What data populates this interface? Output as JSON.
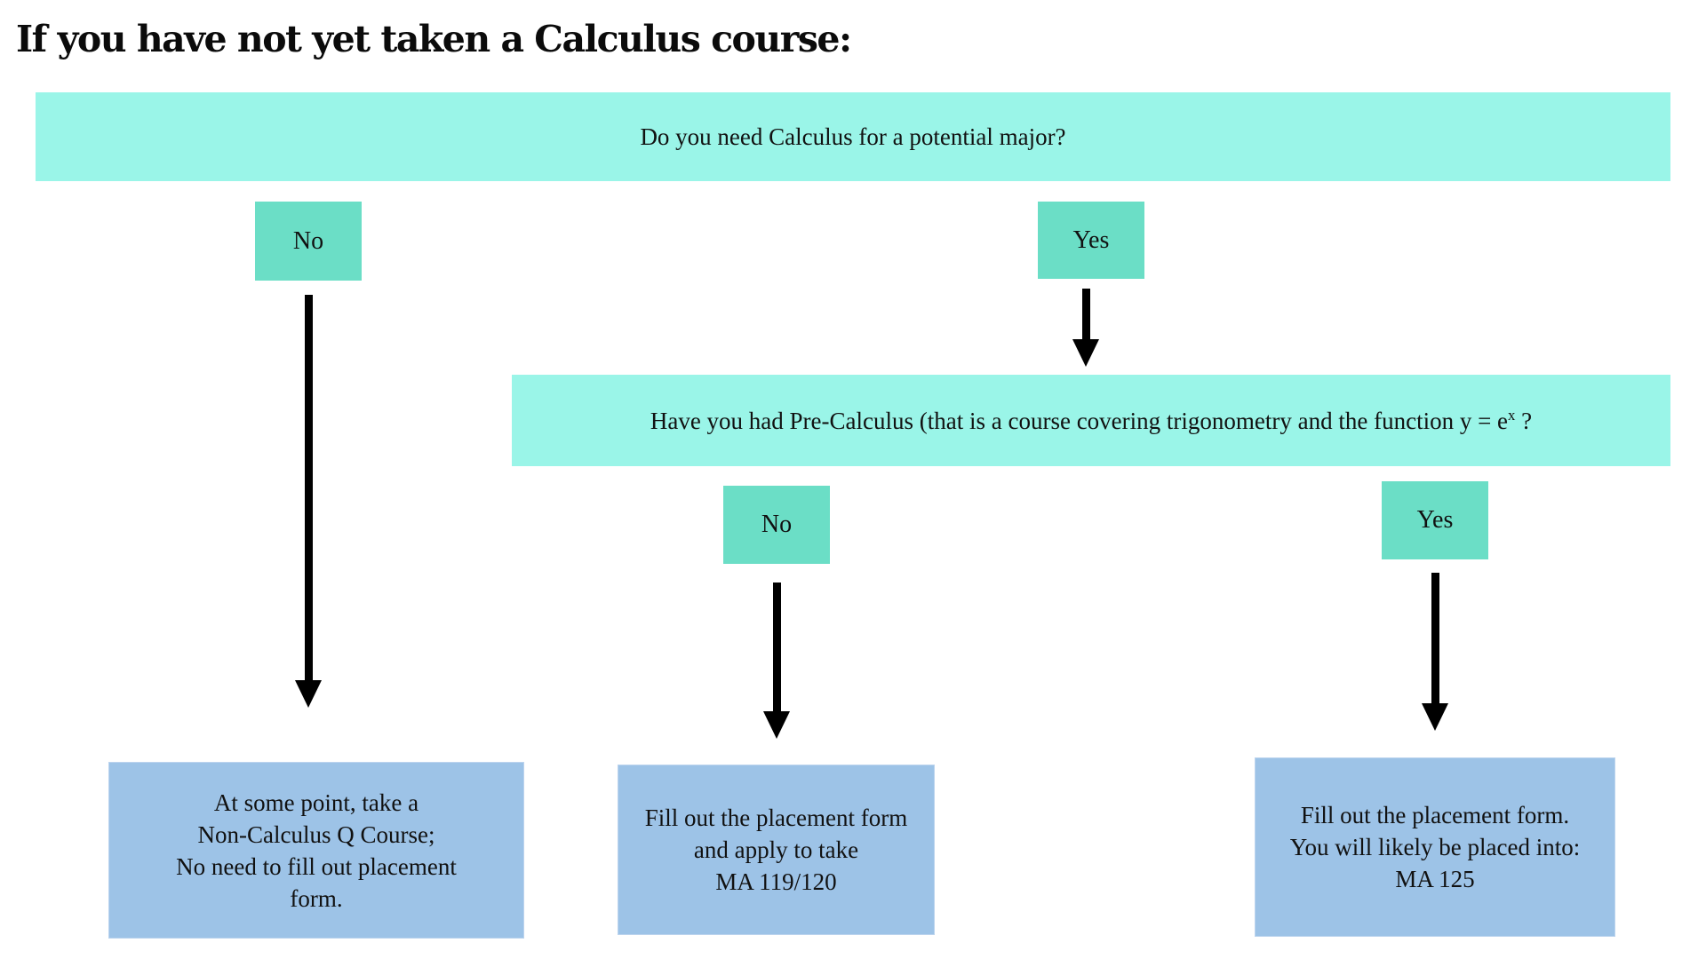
{
  "page": {
    "title": "If you have not yet taken a Calculus course:"
  },
  "colors": {
    "decision_bg": "#9AF5E8",
    "choice_bg": "#6BDEC6",
    "result_bg": "#9DC3E7",
    "result_border": "#BCD4EE",
    "arrow_color": "#000000",
    "text_color": "#111111"
  },
  "flowchart": {
    "decision1": {
      "label": "Do you need Calculus for a potential major?"
    },
    "decision1_no": {
      "label": "No"
    },
    "decision1_yes": {
      "label": "Yes"
    },
    "decision2": {
      "label_before": "Have you had Pre-Calculus (that is a course covering trigonometry and the function y = e",
      "label_sup": "x",
      "label_after": " ?"
    },
    "decision2_no": {
      "label": "No"
    },
    "decision2_yes": {
      "label": "Yes"
    },
    "result_no_calculus": {
      "lines": {
        "0": "At some point, take a",
        "1": "Non-Calculus Q Course;",
        "2": "No need to fill out placement",
        "3": "form."
      }
    },
    "result_no_precalc": {
      "lines": {
        "0": "Fill out the placement form",
        "1": "and apply to take",
        "2": "MA 119/120"
      }
    },
    "result_yes_precalc": {
      "lines": {
        "0": "Fill out the placement form.",
        "1": "You will likely be placed into:",
        "2": "MA 125"
      }
    }
  }
}
